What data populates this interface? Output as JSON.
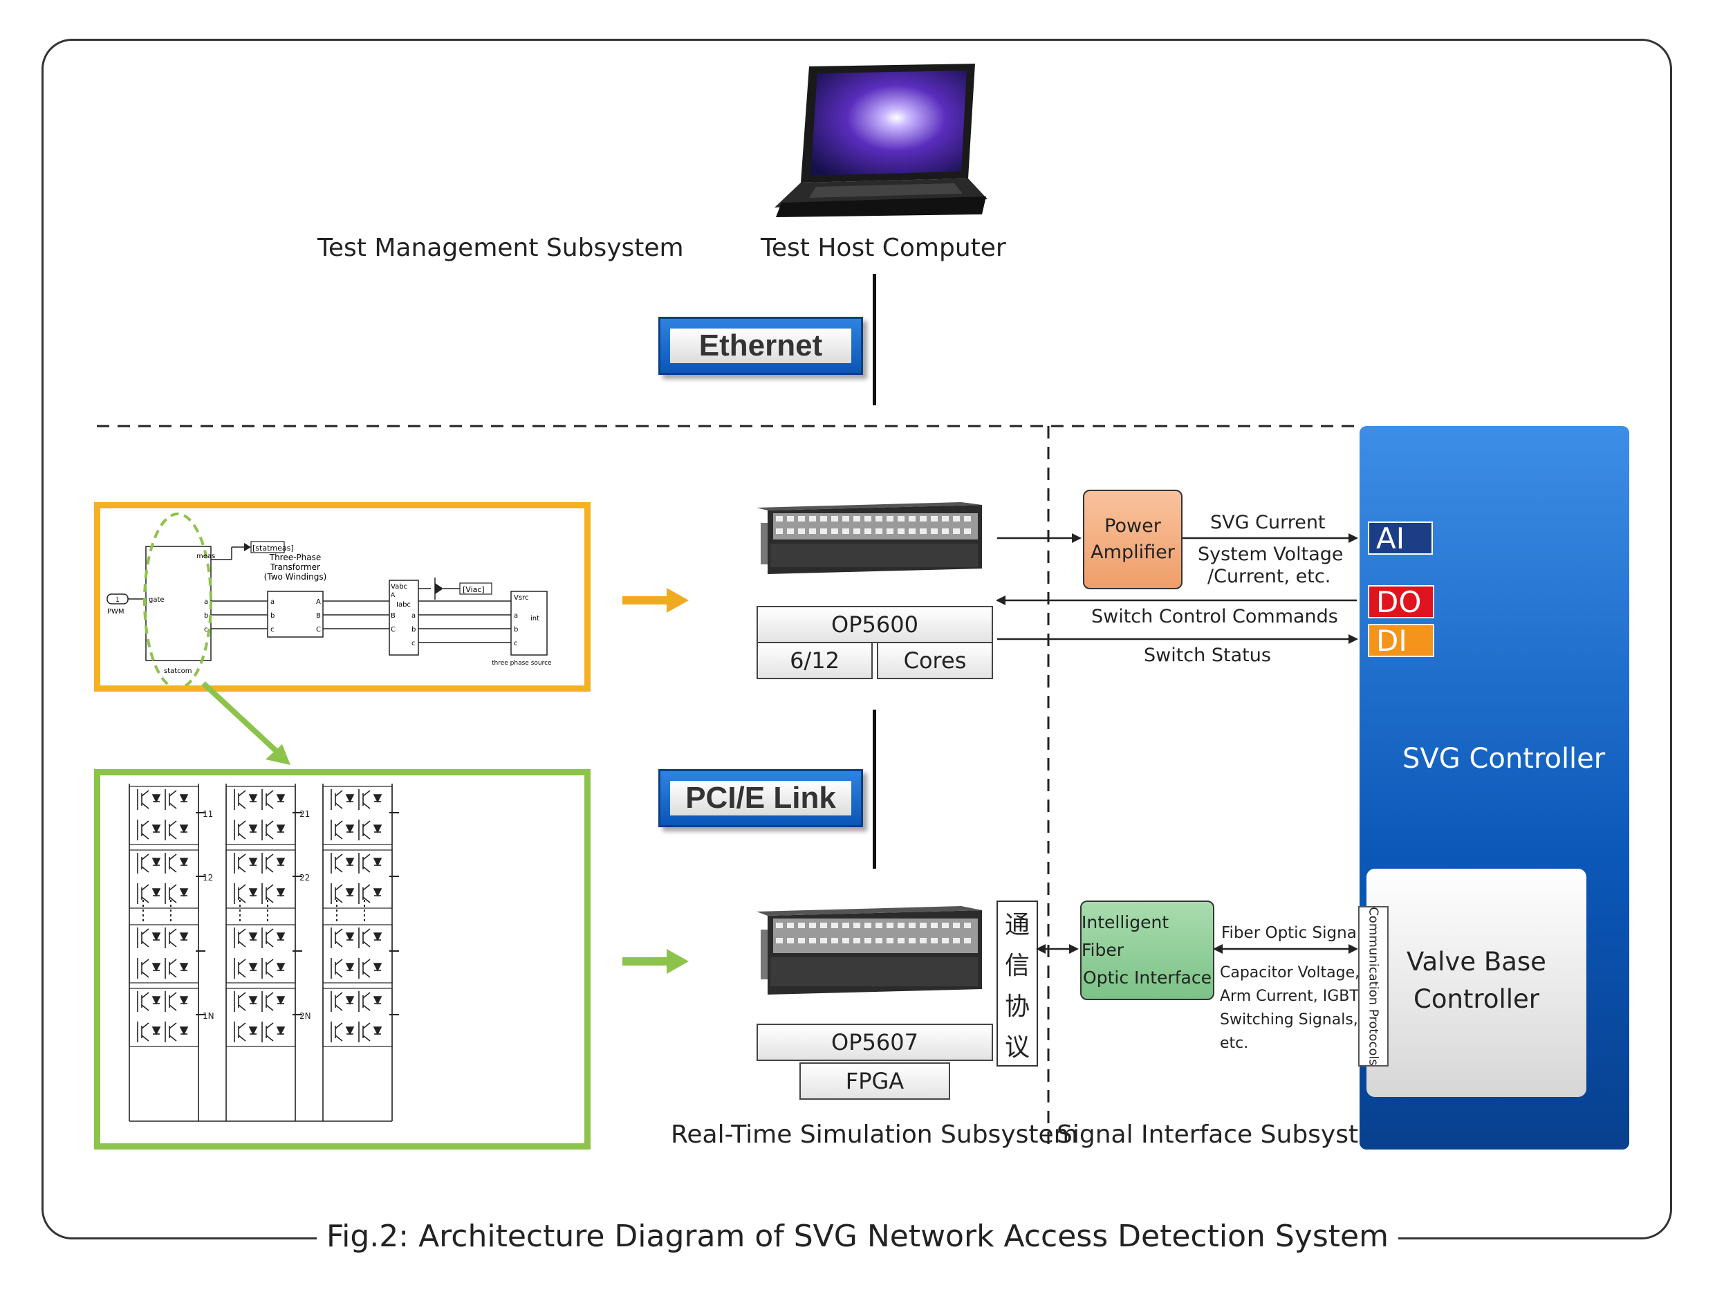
{
  "caption": "Fig.2: Architecture Diagram of SVG Network Access Detection System",
  "subsystems": {
    "test_management": "Test Management Subsystem",
    "real_time_simulation": "Real-Time Simulation Subsystem",
    "signal_interface": "Signal Interface Subsystem"
  },
  "host_computer": "Test Host Computer",
  "ethernet": "Ethernet",
  "pcie_link": "PCI/E Link",
  "op5600": {
    "label": "OP5600",
    "cores_count": "6/12",
    "cores_label": "Cores"
  },
  "op5607": {
    "label": "OP5607",
    "fpga_label": "FPGA"
  },
  "comm_protocol_cn": [
    "通",
    "信",
    "协",
    "议"
  ],
  "power_amplifier": [
    "Power",
    "Amplifier"
  ],
  "fiber_interface": [
    "Intelligent Fiber",
    "Optic Interface"
  ],
  "signals": {
    "svg_current": "SVG Current",
    "system_voltage": [
      "System Voltage",
      "/Current, etc."
    ],
    "switch_control": "Switch Control Commands",
    "switch_status": "Switch Status",
    "fiber_optic": "Fiber Optic Signals",
    "capacitor": [
      "Capacitor Voltage,",
      "Arm Current, IGBT",
      "Switching Signals,",
      "etc."
    ]
  },
  "controller": {
    "title": "SVG Controller",
    "ai": "AI",
    "do": "DO",
    "di": "DI",
    "valve_base": [
      "Valve Base",
      "Controller"
    ],
    "comm_protocols": "Communication Protocols"
  },
  "simulink": {
    "statmeas": "[statmeas]",
    "meas": "meas",
    "xfmr": [
      "Three-Phase",
      "Transformer",
      "(Two Windings)"
    ],
    "pwm_num": "1",
    "pwm": "PWM",
    "gate": "gate",
    "statcom": "statcom",
    "vabc": "Vabc",
    "iabc": "Iabc",
    "viac": "[Viac]",
    "vsrc": "Vsrc",
    "source": "three phase source",
    "ports": {
      "a": "a",
      "b": "b",
      "c": "c",
      "A": "A",
      "B": "B",
      "C": "C",
      "int": "int"
    }
  },
  "mmc_labels": [
    "11",
    "12",
    "1N",
    "21",
    "22",
    "2N"
  ],
  "colors": {
    "banner_blue": "#1565c8",
    "orange_frame": "#f2b222",
    "green_frame": "#8cc34a",
    "arrow_orange": "#f0aa22",
    "arrow_green": "#8cc34a",
    "do_red": "#e0141e",
    "di_orange": "#f4941a",
    "ai_navy": "#1b3e86"
  }
}
